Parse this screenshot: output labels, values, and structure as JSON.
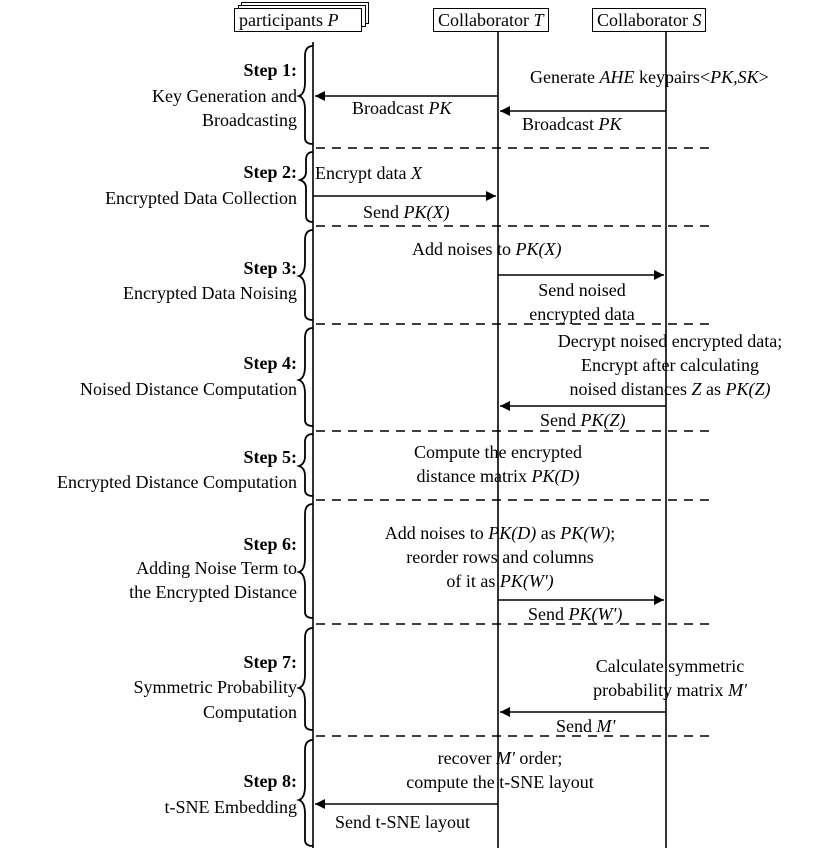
{
  "headers": {
    "participants": {
      "label": "participants",
      "symbol": "P"
    },
    "collab_t": {
      "label": "Collaborator",
      "symbol": "T"
    },
    "collab_s": {
      "label": "Collaborator",
      "symbol": "S"
    }
  },
  "steps": [
    {
      "title": "Step 1:",
      "desc": [
        "Key Generation and",
        "Broadcasting"
      ]
    },
    {
      "title": "Step 2:",
      "desc": [
        "Encrypted Data Collection"
      ]
    },
    {
      "title": "Step 3:",
      "desc": [
        "Encrypted Data Noising"
      ]
    },
    {
      "title": "Step 4:",
      "desc": [
        "Noised Distance Computation"
      ]
    },
    {
      "title": "Step 5:",
      "desc": [
        "Encrypted Distance Computation"
      ]
    },
    {
      "title": "Step 6:",
      "desc": [
        "Adding Noise Term to",
        "the Encrypted Distance"
      ]
    },
    {
      "title": "Step 7:",
      "desc": [
        "Symmetric Probability",
        "Computation"
      ]
    },
    {
      "title": "Step 8:",
      "desc": [
        "t-SNE Embedding"
      ]
    }
  ],
  "messages": {
    "s1_generate": {
      "a": "Generate ",
      "b": "AHE",
      "c": " keypairs<",
      "d": "PK,SK",
      "e": ">"
    },
    "s1_broadcast_t": {
      "a": "Broadcast ",
      "b": "PK"
    },
    "s1_broadcast_s": {
      "a": "Broadcast ",
      "b": "PK"
    },
    "s2_encrypt": {
      "a": "Encrypt data ",
      "b": "X"
    },
    "s2_send": {
      "a": "Send ",
      "b": "PK(X)"
    },
    "s3_add": {
      "a": "Add noises to ",
      "b": "PK(X)"
    },
    "s3_send": {
      "line1": "Send noised",
      "line2": "encrypted data"
    },
    "s4_decrypt": {
      "line1": "Decrypt noised encrypted data;",
      "line2": "Encrypt after calculating",
      "line3a": "noised distances ",
      "line3b": "Z",
      "line3c": " as ",
      "line3d": "PK(Z)"
    },
    "s4_send": {
      "a": "Send ",
      "b": "PK(Z)"
    },
    "s5_compute": {
      "line1": "Compute the encrypted",
      "line2a": "distance matrix ",
      "line2b": "PK(D)"
    },
    "s6_add": {
      "l1a": "Add noises to ",
      "l1b": "PK(D)",
      "l1c": " as ",
      "l1d": "PK(W)",
      "l1e": ";",
      "line2": "reorder rows and columns",
      "l3a": "of it as ",
      "l3b": "PK(W')"
    },
    "s6_send": {
      "a": "Send ",
      "b": "PK(W')"
    },
    "s7_calc": {
      "line1": "Calculate symmetric",
      "line2a": "probability matrix ",
      "line2b": "M'"
    },
    "s7_send": {
      "a": "Send ",
      "b": "M'"
    },
    "s8_recover": {
      "l1a": "recover ",
      "l1b": "M'",
      "l1c": " order;",
      "line2": "compute the t-SNE layout"
    },
    "s8_send": {
      "text": "Send t-SNE layout"
    }
  }
}
